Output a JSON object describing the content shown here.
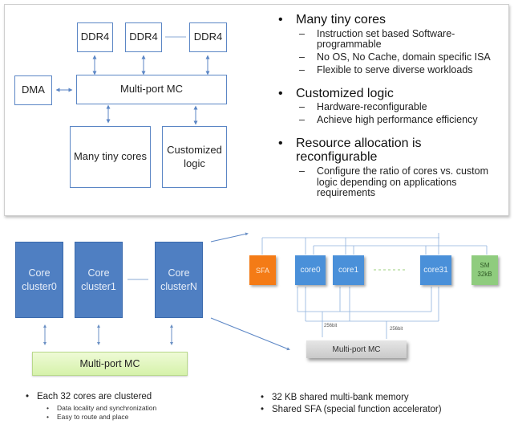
{
  "top_diagram": {
    "ddr_boxes": [
      "DDR4",
      "DDR4",
      "DDR4"
    ],
    "dma": "DMA",
    "memory_controller": "Multi-port MC",
    "many_tiny_cores": "Many tiny cores",
    "customized_logic_line1": "Customized",
    "customized_logic_line2": "logic"
  },
  "top_bullets": [
    {
      "title": "Many tiny cores",
      "items": [
        "Instruction set based Software-programmable",
        "No OS, No Cache, domain specific ISA",
        "Flexible to serve diverse workloads"
      ]
    },
    {
      "title": "Customized logic",
      "items": [
        "Hardware-reconfigurable",
        "Achieve high performance efficiency"
      ]
    },
    {
      "title": "Resource allocation is reconfigurable",
      "items": [
        "Configure the ratio of cores vs. custom logic depending on applications requirements"
      ]
    }
  ],
  "bottom_left": {
    "clusters": [
      {
        "line1": "Core",
        "line2": "cluster0"
      },
      {
        "line1": "Core",
        "line2": "cluster1"
      },
      {
        "line1": "Core",
        "line2": "clusterN"
      }
    ],
    "memory_controller": "Multi-port MC",
    "bullet": "Each 32 cores are clustered",
    "sub_bullets": [
      "Data locality and synchronization",
      "Easy to route and place"
    ]
  },
  "bottom_right": {
    "sfa": "SFA",
    "cores": [
      "core0",
      "core1",
      "core31"
    ],
    "sm_line1": "SM",
    "sm_line2": "32kB",
    "memory_controller": "Multi-port MC",
    "bus_labels": [
      "256bit",
      "256bit"
    ],
    "bullets": [
      "32 KB shared multi-bank memory",
      "Shared SFA (special function accelerator)"
    ]
  },
  "colors": {
    "box_border": "#5b86c5",
    "cluster_fill": "#4f7fc2",
    "core_fill": "#4a90d9",
    "sfa_fill": "#f47b16",
    "sm_fill": "#8fcc7e",
    "mc_green": "#d6f2aa",
    "mc_gray": "#c9c9c9"
  }
}
